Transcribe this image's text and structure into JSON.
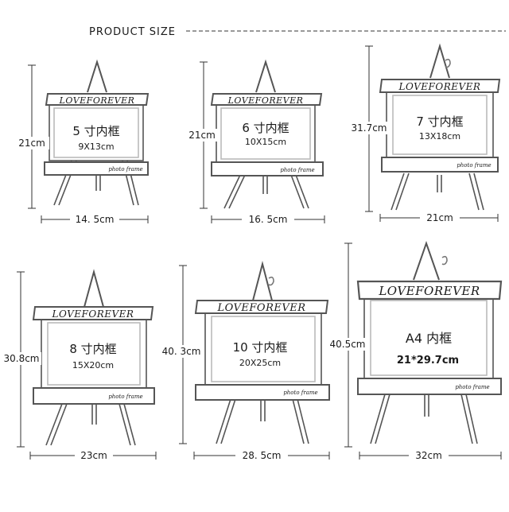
{
  "header": {
    "title": "PRODUCT  SIZE"
  },
  "brand_text": "LOVEFOREVER",
  "shelf_text": "photo frame",
  "frames": [
    {
      "frame_label": "5 寸内框",
      "photo_size": "9X13cm",
      "height": "21cm",
      "width": "14. 5cm"
    },
    {
      "frame_label": "6 寸内框",
      "photo_size": "10X15cm",
      "height": "21cm",
      "width": "16. 5cm"
    },
    {
      "frame_label": "7 寸内框",
      "photo_size": "13X18cm",
      "height": "31.7cm",
      "width": "21cm"
    },
    {
      "frame_label": "8 寸内框",
      "photo_size": "15X20cm",
      "height": "30.8cm",
      "width": "23cm"
    },
    {
      "frame_label": "10 寸内框",
      "photo_size": "20X25cm",
      "height": "40. 3cm",
      "width": "28. 5cm"
    },
    {
      "frame_label": "A4 内框",
      "photo_size": "21*29.7cm",
      "height": "40.5cm",
      "width": "32cm"
    }
  ]
}
